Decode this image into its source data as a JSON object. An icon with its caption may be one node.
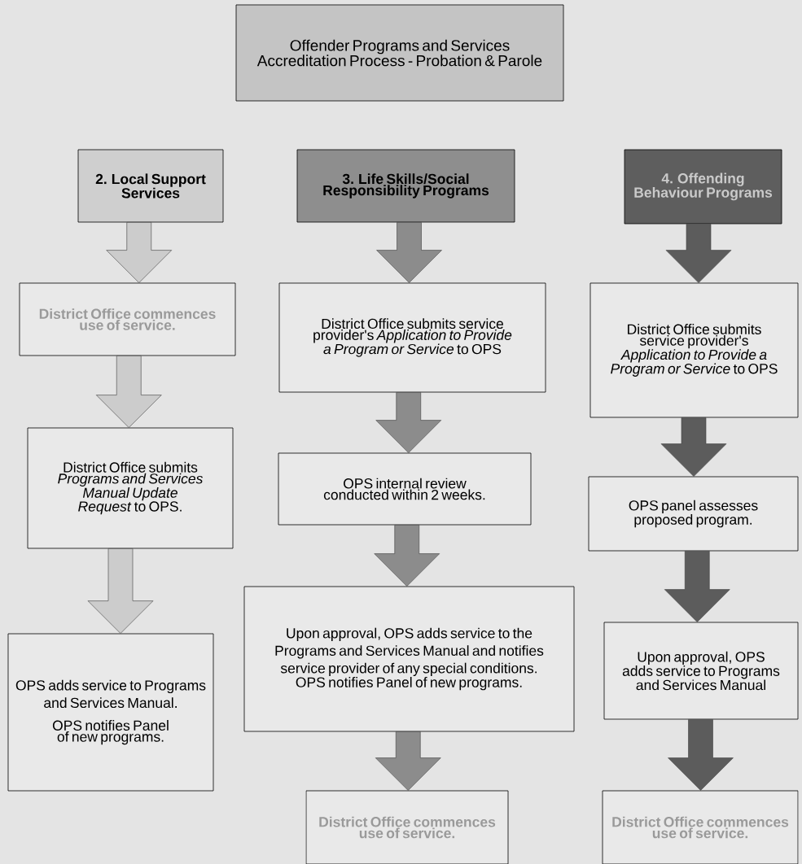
{
  "diagram": {
    "nodes": [
      {
        "text": [
          "Offender Programs and Services Accreditation Process - Probation & Parole"
        ]
      },
      {
        "text": [
          "2. Local Support Services"
        ]
      },
      {
        "text": [
          "3. Life Skills/Social Responsibility Programs"
        ]
      },
      {
        "text": [
          "4. Offending Behaviour Programs"
        ]
      },
      {
        "text": [
          "District Office commences use of service."
        ]
      },
      {
        "text": [
          "District Office submits *Programs and Services Manual Update Request* to OPS."
        ]
      },
      {
        "text": [
          "OPS adds service to Programs and Services Manual.",
          "OPS notifies Panel of new programs."
        ]
      },
      {
        "text": [
          "District Office submits service provider's *Application to Provide a Program or Service* to OPS"
        ]
      },
      {
        "text": [
          "OPS internal review conducted within 2 weeks."
        ]
      },
      {
        "text": [
          "Upon approval, OPS adds service to the Programs and Services Manual and notifies service provider of any special conditions.",
          "OPS notifies Panel of new programs."
        ]
      },
      {
        "text": [
          "District Office commences use of service."
        ]
      },
      {
        "text": [
          "District Office submits service provider's *Application to Provide a Program or Service* to OPS"
        ]
      },
      {
        "text": [
          "OPS panel assesses proposed program."
        ]
      },
      {
        "text": [
          "Upon approval, OPS adds service to Programs and Services Manual"
        ]
      },
      {
        "text": [
          "District Office commences use of service."
        ]
      }
    ],
    "edges": [
      {
        "from": 1,
        "to": 4,
        "arrow": "to",
        "color": "#cccccc"
      },
      {
        "from": 4,
        "to": 5,
        "arrow": "to",
        "color": "#cccccc"
      },
      {
        "from": 5,
        "to": 6,
        "arrow": "to",
        "color": "#cccccc"
      },
      {
        "from": 2,
        "to": 7,
        "arrow": "to",
        "color": "#8c8c8c"
      },
      {
        "from": 7,
        "to": 8,
        "arrow": "to",
        "color": "#8c8c8c"
      },
      {
        "from": 8,
        "to": 9,
        "arrow": "to",
        "color": "#8c8c8c"
      },
      {
        "from": 9,
        "to": 10,
        "arrow": "to",
        "color": "#8c8c8c"
      },
      {
        "from": 3,
        "to": 11,
        "arrow": "to",
        "color": "#5c5c5c"
      },
      {
        "from": 11,
        "to": 12,
        "arrow": "to",
        "color": "#5c5c5c"
      },
      {
        "from": 12,
        "to": 13,
        "arrow": "to",
        "color": "#5c5c5c"
      },
      {
        "from": 13,
        "to": 14,
        "arrow": "to",
        "color": "#5c5c5c"
      }
    ]
  }
}
